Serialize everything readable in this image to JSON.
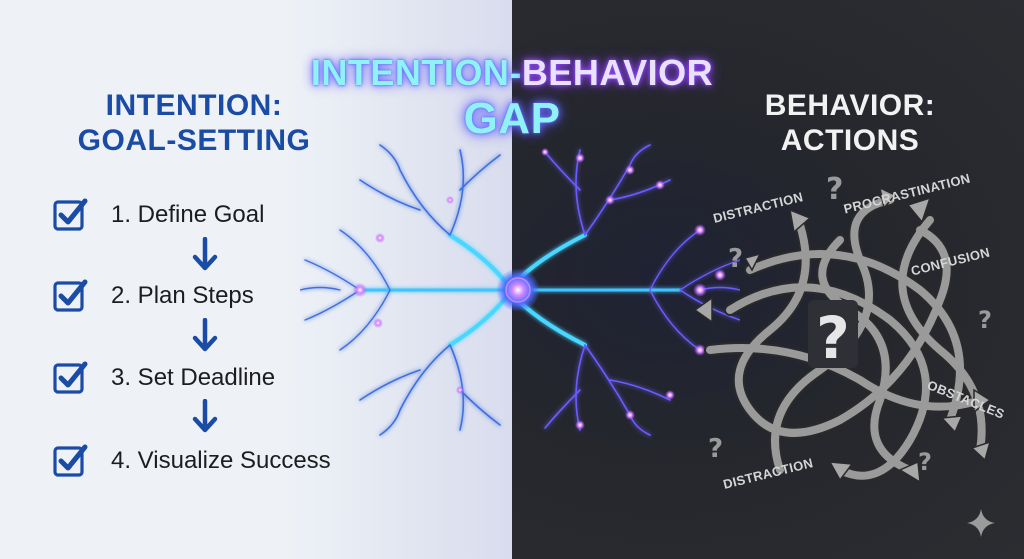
{
  "title": {
    "line1_part_a": "INTENTION-",
    "line1_part_b": "BEHAVIOR",
    "line2": "GAP"
  },
  "left": {
    "heading_line1": "INTENTION:",
    "heading_line2": "GOAL-SETTING",
    "accent_color": "#1a4ba5",
    "steps": [
      {
        "label": "1. Define Goal",
        "checked": true
      },
      {
        "label": "2. Plan Steps",
        "checked": true
      },
      {
        "label": "3. Set Deadline",
        "checked": true
      },
      {
        "label": "4. Visualize Success",
        "checked": true
      }
    ],
    "step_icon": "checkbox-checked-icon",
    "connector_icon": "arrow-down-icon"
  },
  "center": {
    "illustration": "neuron-icon",
    "glow_colors": [
      "#48d6ff",
      "#c66bff"
    ]
  },
  "right": {
    "heading_line1": "BEHAVIOR:",
    "heading_line2": "ACTIONS",
    "illustration": "tangled-arrows-icon",
    "center_symbol": "?",
    "labels": {
      "distraction_top": "DISTRACTION",
      "procrastination": "PROCRASTINATION",
      "confusion": "CONFUSION",
      "obstacles": "OBSTACLES",
      "distraction_bottom": "DISTRACTION"
    },
    "question_mark": "?"
  },
  "watermark": {
    "icon": "sparkle-icon"
  }
}
